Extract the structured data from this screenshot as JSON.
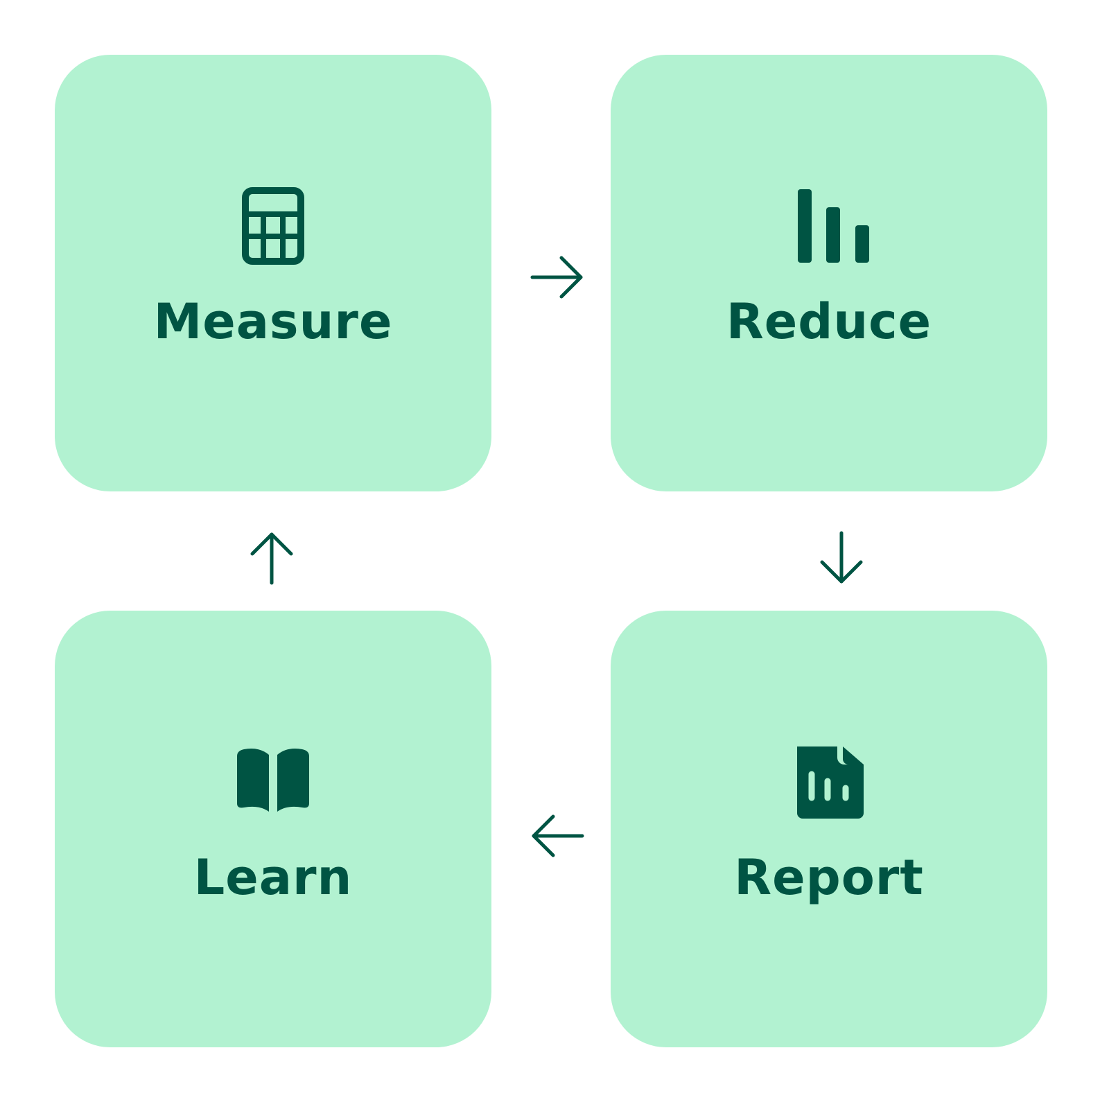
{
  "colors": {
    "card_fill": "#b2f2d1",
    "ink": "#005443"
  },
  "steps": [
    {
      "label": "Measure",
      "icon": "calculator-icon"
    },
    {
      "label": "Reduce",
      "icon": "bar-chart-icon"
    },
    {
      "label": "Report",
      "icon": "report-document-icon"
    },
    {
      "label": "Learn",
      "icon": "open-book-icon"
    }
  ],
  "arrows": [
    {
      "from": "Measure",
      "to": "Reduce",
      "direction": "right"
    },
    {
      "from": "Reduce",
      "to": "Report",
      "direction": "down"
    },
    {
      "from": "Report",
      "to": "Learn",
      "direction": "left"
    },
    {
      "from": "Learn",
      "to": "Measure",
      "direction": "up"
    }
  ]
}
